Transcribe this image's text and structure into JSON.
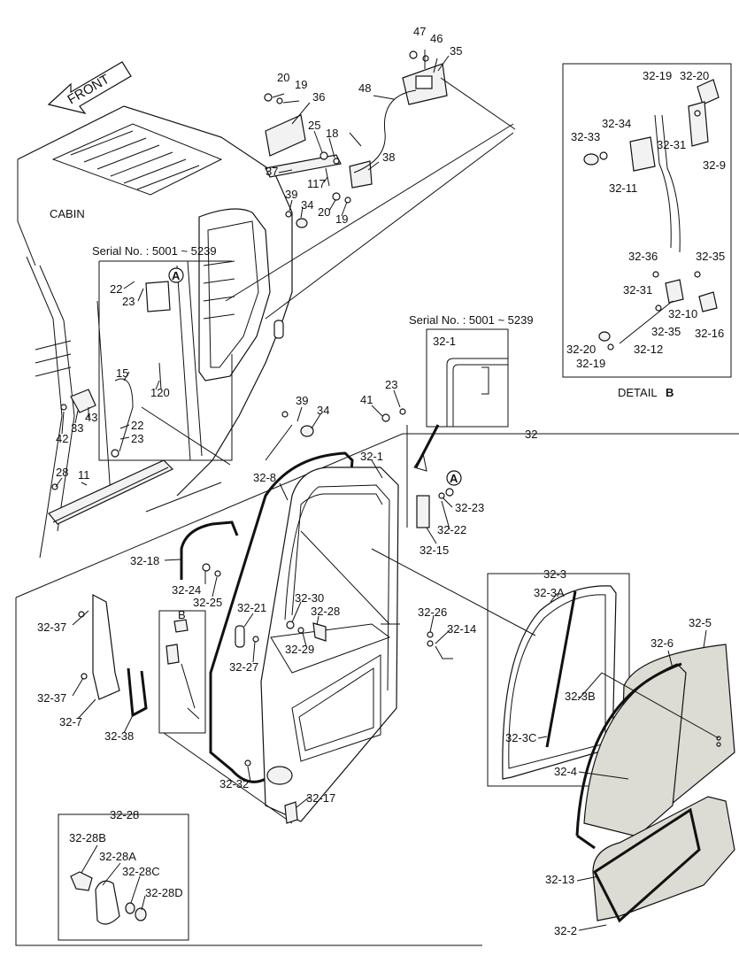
{
  "headings": {
    "front": "FRONT",
    "cabin": "CABIN",
    "serial_left": "Serial No. : 5001 ~ 5239",
    "serial_right": "Serial No. : 5001 ~ 5239",
    "detail_b_word": "DETAIL",
    "detail_b_letter": "B",
    "box_b_letter": "B",
    "marker_a": "A",
    "group_32": "32",
    "group_32_3": "32-3",
    "group_32_28": "32-28"
  },
  "labels": {
    "l47": "47",
    "l46": "46",
    "l35": "35",
    "l48": "48",
    "l20a": "20",
    "l19a": "19",
    "l36": "36",
    "l25": "25",
    "l18": "18",
    "l37": "37",
    "l117": "117",
    "l38": "38",
    "l39a": "39",
    "l34a": "34",
    "l20b": "20",
    "l19b": "19",
    "l22a": "22",
    "l23a": "23",
    "l15": "15",
    "l120": "120",
    "l22b": "22",
    "l23b": "23",
    "l33": "33",
    "l43": "43",
    "l42": "42",
    "l28": "28",
    "l11": "11",
    "l39b": "39",
    "l34b": "34",
    "l41": "41",
    "l23c": "23",
    "l32_1top": "32-1",
    "l32_8": "32-8",
    "l32_1": "32-1",
    "l32_23": "32-23",
    "l32_22": "32-22",
    "l32_15": "32-15",
    "l32_18": "32-18",
    "l32_24": "32-24",
    "l32_25": "32-25",
    "l32_21": "32-21",
    "l32_27": "32-27",
    "l32_30": "32-30",
    "l32_28": "32-28",
    "l32_29": "32-29",
    "l32_26": "32-26",
    "l32_14": "32-14",
    "l32_37a": "32-37",
    "l32_37b": "32-37",
    "l32_7": "32-7",
    "l32_38": "32-38",
    "l32_32": "32-32",
    "l32_17": "32-17",
    "l32_3A": "32-3A",
    "l32_3B": "32-3B",
    "l32_3C": "32-3C",
    "l32_5": "32-5",
    "l32_6": "32-6",
    "l32_4": "32-4",
    "l32_13": "32-13",
    "l32_2": "32-2",
    "l32_28B": "32-28B",
    "l32_28A": "32-28A",
    "l32_28C": "32-28C",
    "l32_28D": "32-28D",
    "d32_19": "32-19",
    "d32_20": "32-20",
    "d32_34": "32-34",
    "d32_33": "32-33",
    "d32_31a": "32-31",
    "d32_9": "32-9",
    "d32_11": "32-11",
    "d32_36": "32-36",
    "d32_35a": "32-35",
    "d32_31b": "32-31",
    "d32_10": "32-10",
    "d32_35b": "32-35",
    "d32_16": "32-16",
    "d32_20b": "32-20",
    "d32_12": "32-12",
    "d32_19b": "32-19"
  }
}
